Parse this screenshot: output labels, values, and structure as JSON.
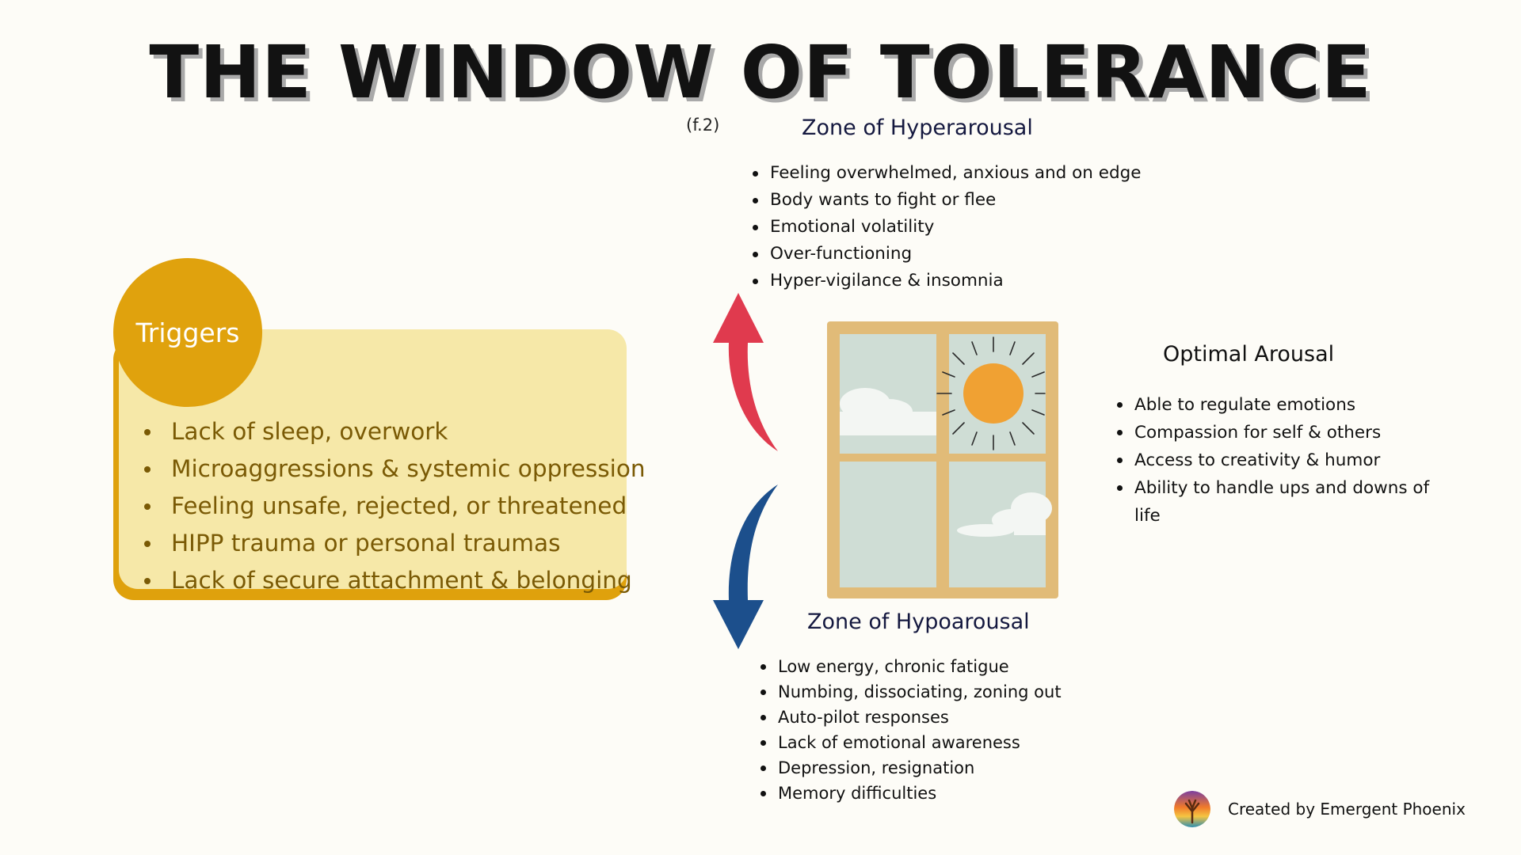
{
  "title": "THE WINDOW OF TOLERANCE",
  "figure_label": "(f.2)",
  "triggers": {
    "title": "Triggers",
    "items": [
      "Lack of sleep, overwork",
      "Microaggressions & systemic oppression",
      "Feeling unsafe, rejected, or threatened",
      "HIPP trauma or personal traumas",
      "Lack of secure attachment & belonging"
    ]
  },
  "hyperarousal": {
    "title": "Zone of Hyperarousal",
    "items": [
      "Feeling overwhelmed, anxious and on edge",
      "Body wants to fight or flee",
      "Emotional volatility",
      "Over-functioning",
      "Hyper-vigilance & insomnia"
    ]
  },
  "optimal": {
    "title": "Optimal Arousal",
    "items": [
      "Able to regulate emotions",
      "Compassion for self & others",
      "Access to creativity & humor",
      "Ability to handle ups and downs of life"
    ]
  },
  "hypoarousal": {
    "title": "Zone of Hypoarousal",
    "items": [
      "Low energy, chronic fatigue",
      "Numbing, dissociating, zoning out",
      "Auto-pilot responses",
      "Lack of emotional awareness",
      "Depression, resignation",
      "Memory difficulties"
    ]
  },
  "credit": "Created by Emergent Phoenix",
  "colors": {
    "background": "#fdfcf7",
    "triggers_circle": "#e0a20d",
    "triggers_card": "#f6e8a8",
    "triggers_text": "#7a5a05",
    "arrow_up": "#e03a4e",
    "arrow_down": "#1c4f8c",
    "window_frame": "#e1bb78",
    "window_glass": "#cfddd5",
    "sun": "#f0a133"
  },
  "icons": {
    "arrow_up": "red-curved-up-arrow-icon",
    "arrow_down": "blue-curved-down-arrow-icon",
    "window": "window-with-sun-illustration",
    "logo": "phoenix-tree-logo-icon"
  }
}
